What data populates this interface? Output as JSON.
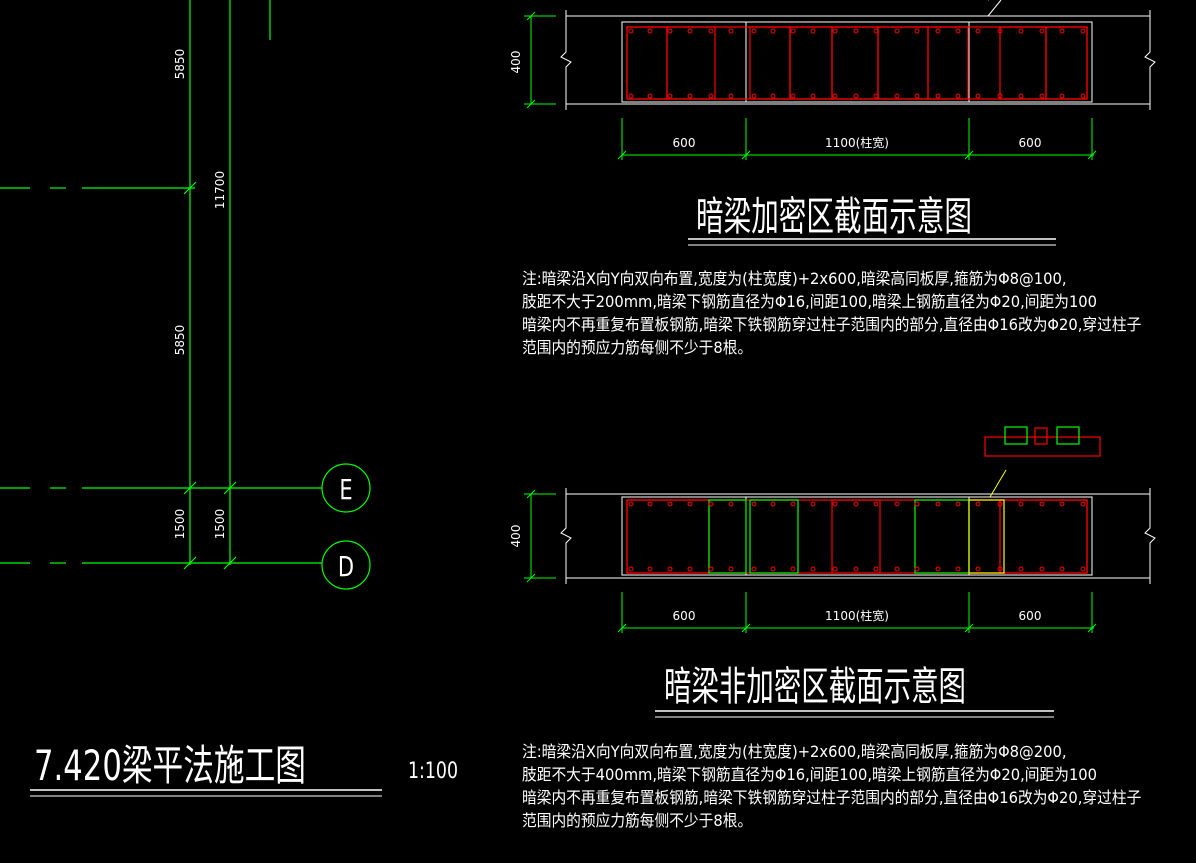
{
  "drawing": {
    "title": "7.420梁平法施工图",
    "scale": "1:100"
  },
  "axes": {
    "labels": [
      "E",
      "D"
    ],
    "vertical_dims_left": [
      "5850",
      "5850",
      "1500"
    ],
    "vertical_dims_right": [
      "11700",
      "1500"
    ]
  },
  "sections": [
    {
      "title": "暗梁加密区截面示意图",
      "height_dim": "400",
      "width_dims": [
        "600",
        "1100(柱宽)",
        "600"
      ],
      "note_lines": [
        "注:暗梁沿X向Y向双向布置,宽度为(柱宽度)+2x600,暗梁高同板厚,箍筋为Φ8@100,",
        "肢距不大于200mm,暗梁下钢筋直径为Φ16,间距100,暗梁上钢筋直径为Φ20,间距为100",
        "暗梁内不再重复布置板钢筋,暗梁下铁钢筋穿过柱子范围内的部分,直径由Φ16改为Φ20,穿过柱子",
        "范围内的预应力筋每侧不少于8根。"
      ]
    },
    {
      "title": "暗梁非加密区截面示意图",
      "height_dim": "400",
      "width_dims": [
        "600",
        "1100(柱宽)",
        "600"
      ],
      "note_lines": [
        "注:暗梁沿X向Y向双向布置,宽度为(柱宽度)+2x600,暗梁高同板厚,箍筋为Φ8@200,",
        "肢距不大于400mm,暗梁下钢筋直径为Φ16,间距100,暗梁上钢筋直径为Φ20,间距为100",
        "暗梁内不再重复布置板钢筋,暗梁下铁钢筋穿过柱子范围内的部分,直径由Φ16改为Φ20,穿过柱子",
        "范围内的预应力筋每侧不少于8根。"
      ]
    }
  ],
  "colors": {
    "background": "#000000",
    "green": "#00ff00",
    "red": "#ff0000",
    "white": "#ffffff",
    "yellow": "#ffff00"
  }
}
